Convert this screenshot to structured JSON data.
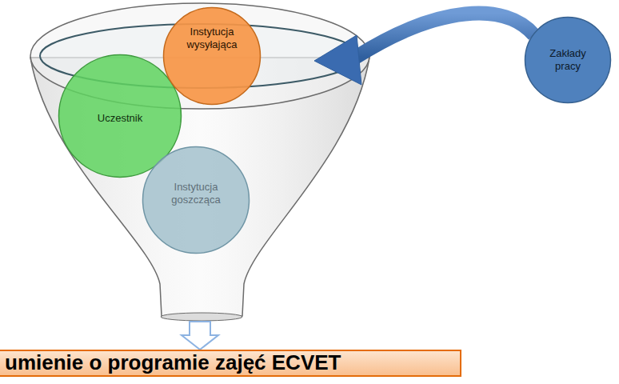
{
  "diagram": {
    "nodes": [
      {
        "text": [
          "Uczestnik"
        ]
      },
      {
        "text": [
          "Instytucja wysyłająca"
        ]
      },
      {
        "text": [
          "Instytucja goszcząca"
        ]
      },
      {
        "text": [
          "Zakłady pracy"
        ]
      },
      {
        "text": [
          "umienie o programie zajęć ECVET"
        ]
      }
    ]
  }
}
